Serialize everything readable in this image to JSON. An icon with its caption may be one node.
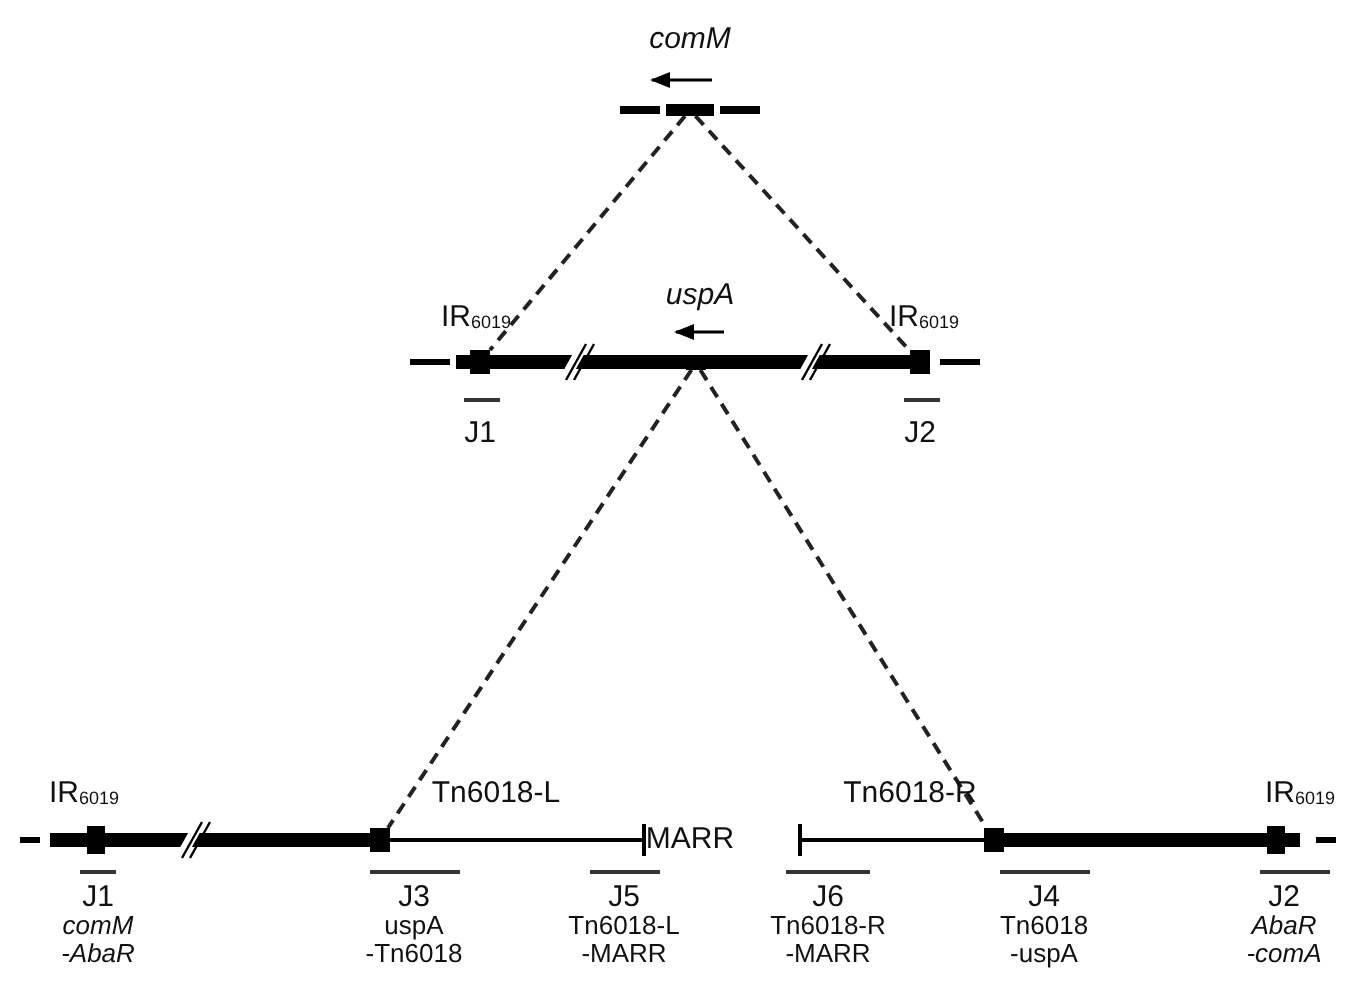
{
  "diagram": {
    "nodes": [
      {
        "text": [],
        "shape": "bar",
        "beside": [
          "comM"
        ]
      },
      {
        "text": [],
        "shape": "bar",
        "beside": [
          "IR$_{6019}$"
        ]
      },
      {
        "text": [],
        "shape": "bar",
        "beside": [
          "IR$_{6019}$"
        ]
      },
      {
        "text": [],
        "shape": "bar",
        "beside": [
          "uspA"
        ]
      },
      {
        "text": [],
        "shape": "bar",
        "beside": [
          "Tn6018-L"
        ]
      },
      {
        "text": [],
        "shape": "bar",
        "beside": [
          "Tn6018-R"
        ]
      }
    ],
    "edges": [
      {
        "from": 0,
        "to": 1,
        "arrow": "none",
        "style": "dashed"
      },
      {
        "from": 0,
        "to": 2,
        "arrow": "none",
        "style": "dashed"
      },
      {
        "from": 3,
        "to": 4,
        "arrow": "none",
        "style": "dashed"
      },
      {
        "from": 3,
        "to": 5,
        "arrow": "none",
        "style": "dashed"
      }
    ],
    "labels": [
      "J1",
      "J2",
      "IR$_{6019}$",
      "MARR",
      "IR$_{6019}$",
      "J1",
      "comM -AbaR",
      "J3",
      "uspA -Tn6018",
      "J5",
      "Tn6018-L -MARR",
      "J6",
      "Tn6018-R -MARR",
      "J4",
      "Tn6018 -uspA",
      "J2",
      "AbaR -comA"
    ]
  }
}
